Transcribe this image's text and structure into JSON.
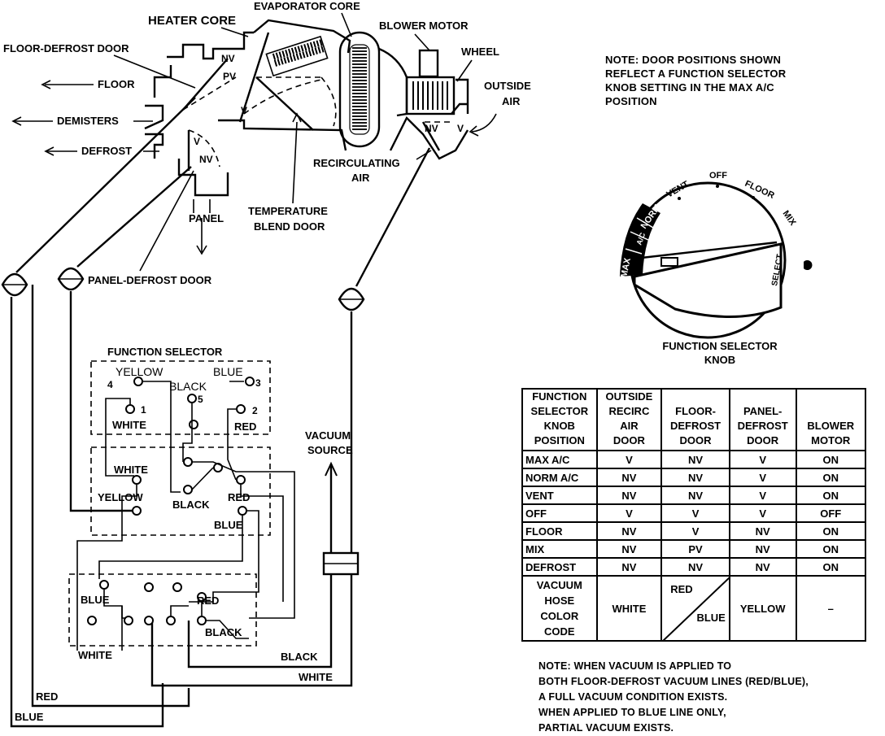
{
  "diagram": {
    "labels": {
      "heater_core": "HEATER CORE",
      "evaporator_core": "EVAPORATOR CORE",
      "blower_motor": "BLOWER MOTOR",
      "wheel": "WHEEL",
      "floor_defrost_door": "FLOOR-DEFROST DOOR",
      "floor": "FLOOR",
      "demisters": "DEMISTERS",
      "defrost": "DEFROST",
      "outside": "OUTSIDE",
      "air": "AIR",
      "recirculating": "RECIRCULATING",
      "recirc_air": "AIR",
      "panel": "PANEL",
      "temperature": "TEMPERATURE",
      "blend_door": "BLEND DOOR",
      "panel_defrost_door": "PANEL-DEFROST DOOR",
      "nv": "NV",
      "pv": "PV",
      "v": "V"
    },
    "selector": {
      "title": "FUNCTION SELECTOR",
      "yellow": "YELLOW",
      "blue": "BLUE",
      "black": "BLACK",
      "white": "WHITE",
      "red": "RED",
      "n1": "1",
      "n2": "2",
      "n3": "3",
      "n4": "4",
      "n5": "5"
    },
    "vacuum_source": [
      "VACUUM",
      "SOURCE"
    ],
    "wires": {
      "black": "BLACK",
      "white": "WHITE",
      "red": "RED",
      "blue": "BLUE"
    }
  },
  "notes": {
    "top": [
      "NOTE: DOOR POSITIONS SHOWN",
      "REFLECT A FUNCTION SELECTOR",
      "KNOB SETTING IN THE MAX A/C",
      "POSITION"
    ],
    "bottom": [
      "NOTE: WHEN VACUUM IS APPLIED TO",
      "BOTH FLOOR-DEFROST VACUUM LINES (RED/BLUE),",
      "A FULL VACUUM CONDITION EXISTS.",
      "WHEN APPLIED TO BLUE LINE ONLY,",
      "PARTIAL VACUUM EXISTS."
    ]
  },
  "knob": {
    "positions": [
      "MAX",
      "A/C",
      "NORM",
      "VENT",
      "OFF",
      "FLOOR",
      "MIX"
    ],
    "select": "SELECT",
    "caption": [
      "FUNCTION SELECTOR",
      "KNOB"
    ]
  },
  "table": {
    "headers": [
      [
        "FUNCTION",
        "SELECTOR",
        "KNOB",
        "POSITION"
      ],
      [
        "OUTSIDE",
        "RECIRC",
        "AIR",
        "DOOR"
      ],
      [
        "FLOOR-",
        "DEFROST",
        "DOOR"
      ],
      [
        "PANEL-",
        "DEFROST",
        "DOOR"
      ],
      [
        "BLOWER",
        "MOTOR"
      ]
    ],
    "rows": [
      [
        "MAX A/C",
        "V",
        "NV",
        "V",
        "ON"
      ],
      [
        "NORM A/C",
        "NV",
        "NV",
        "V",
        "ON"
      ],
      [
        "VENT",
        "NV",
        "NV",
        "V",
        "ON"
      ],
      [
        "OFF",
        "V",
        "V",
        "V",
        "OFF"
      ],
      [
        "FLOOR",
        "NV",
        "V",
        "NV",
        "ON"
      ],
      [
        "MIX",
        "NV",
        "PV",
        "NV",
        "ON"
      ],
      [
        "DEFROST",
        "NV",
        "NV",
        "NV",
        "ON"
      ]
    ],
    "hose_row": {
      "label": [
        "VACUUM",
        "HOSE",
        "COLOR",
        "CODE"
      ],
      "outside": "WHITE",
      "floor_a": "RED",
      "floor_b": "BLUE",
      "panel": "YELLOW",
      "blower": "–"
    }
  }
}
